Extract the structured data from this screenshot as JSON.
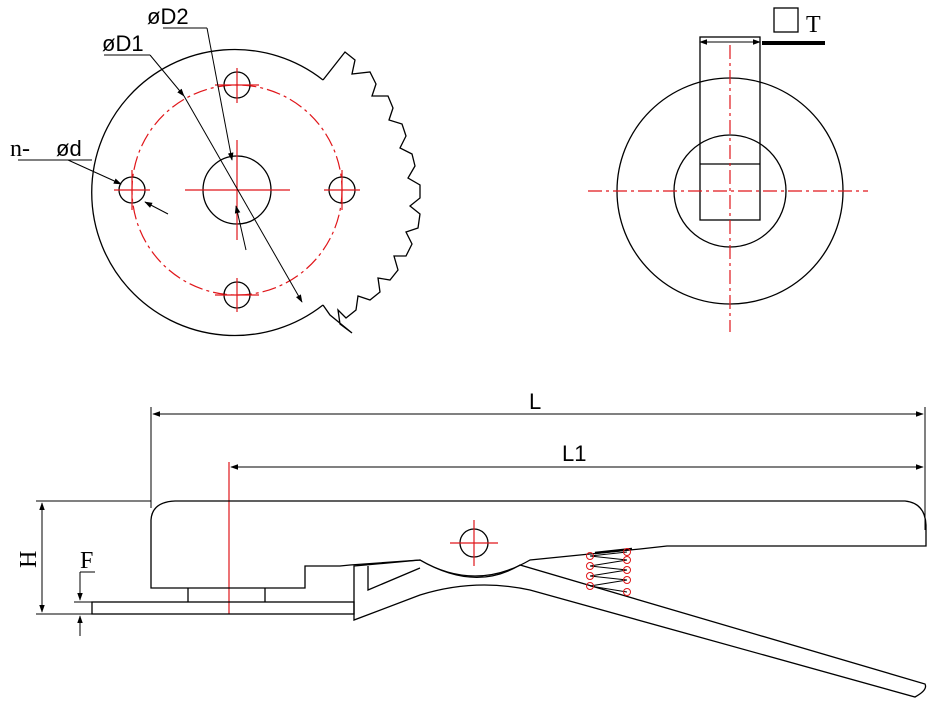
{
  "labels": {
    "d2": "øD2",
    "d1": "øD1",
    "nd_prefix": "n-",
    "nd": "ød",
    "t": "T",
    "l": "L",
    "l1": "L1",
    "h": "H",
    "f": "F"
  },
  "colors": {
    "line": "#000000",
    "centerline": "#e0161a"
  }
}
